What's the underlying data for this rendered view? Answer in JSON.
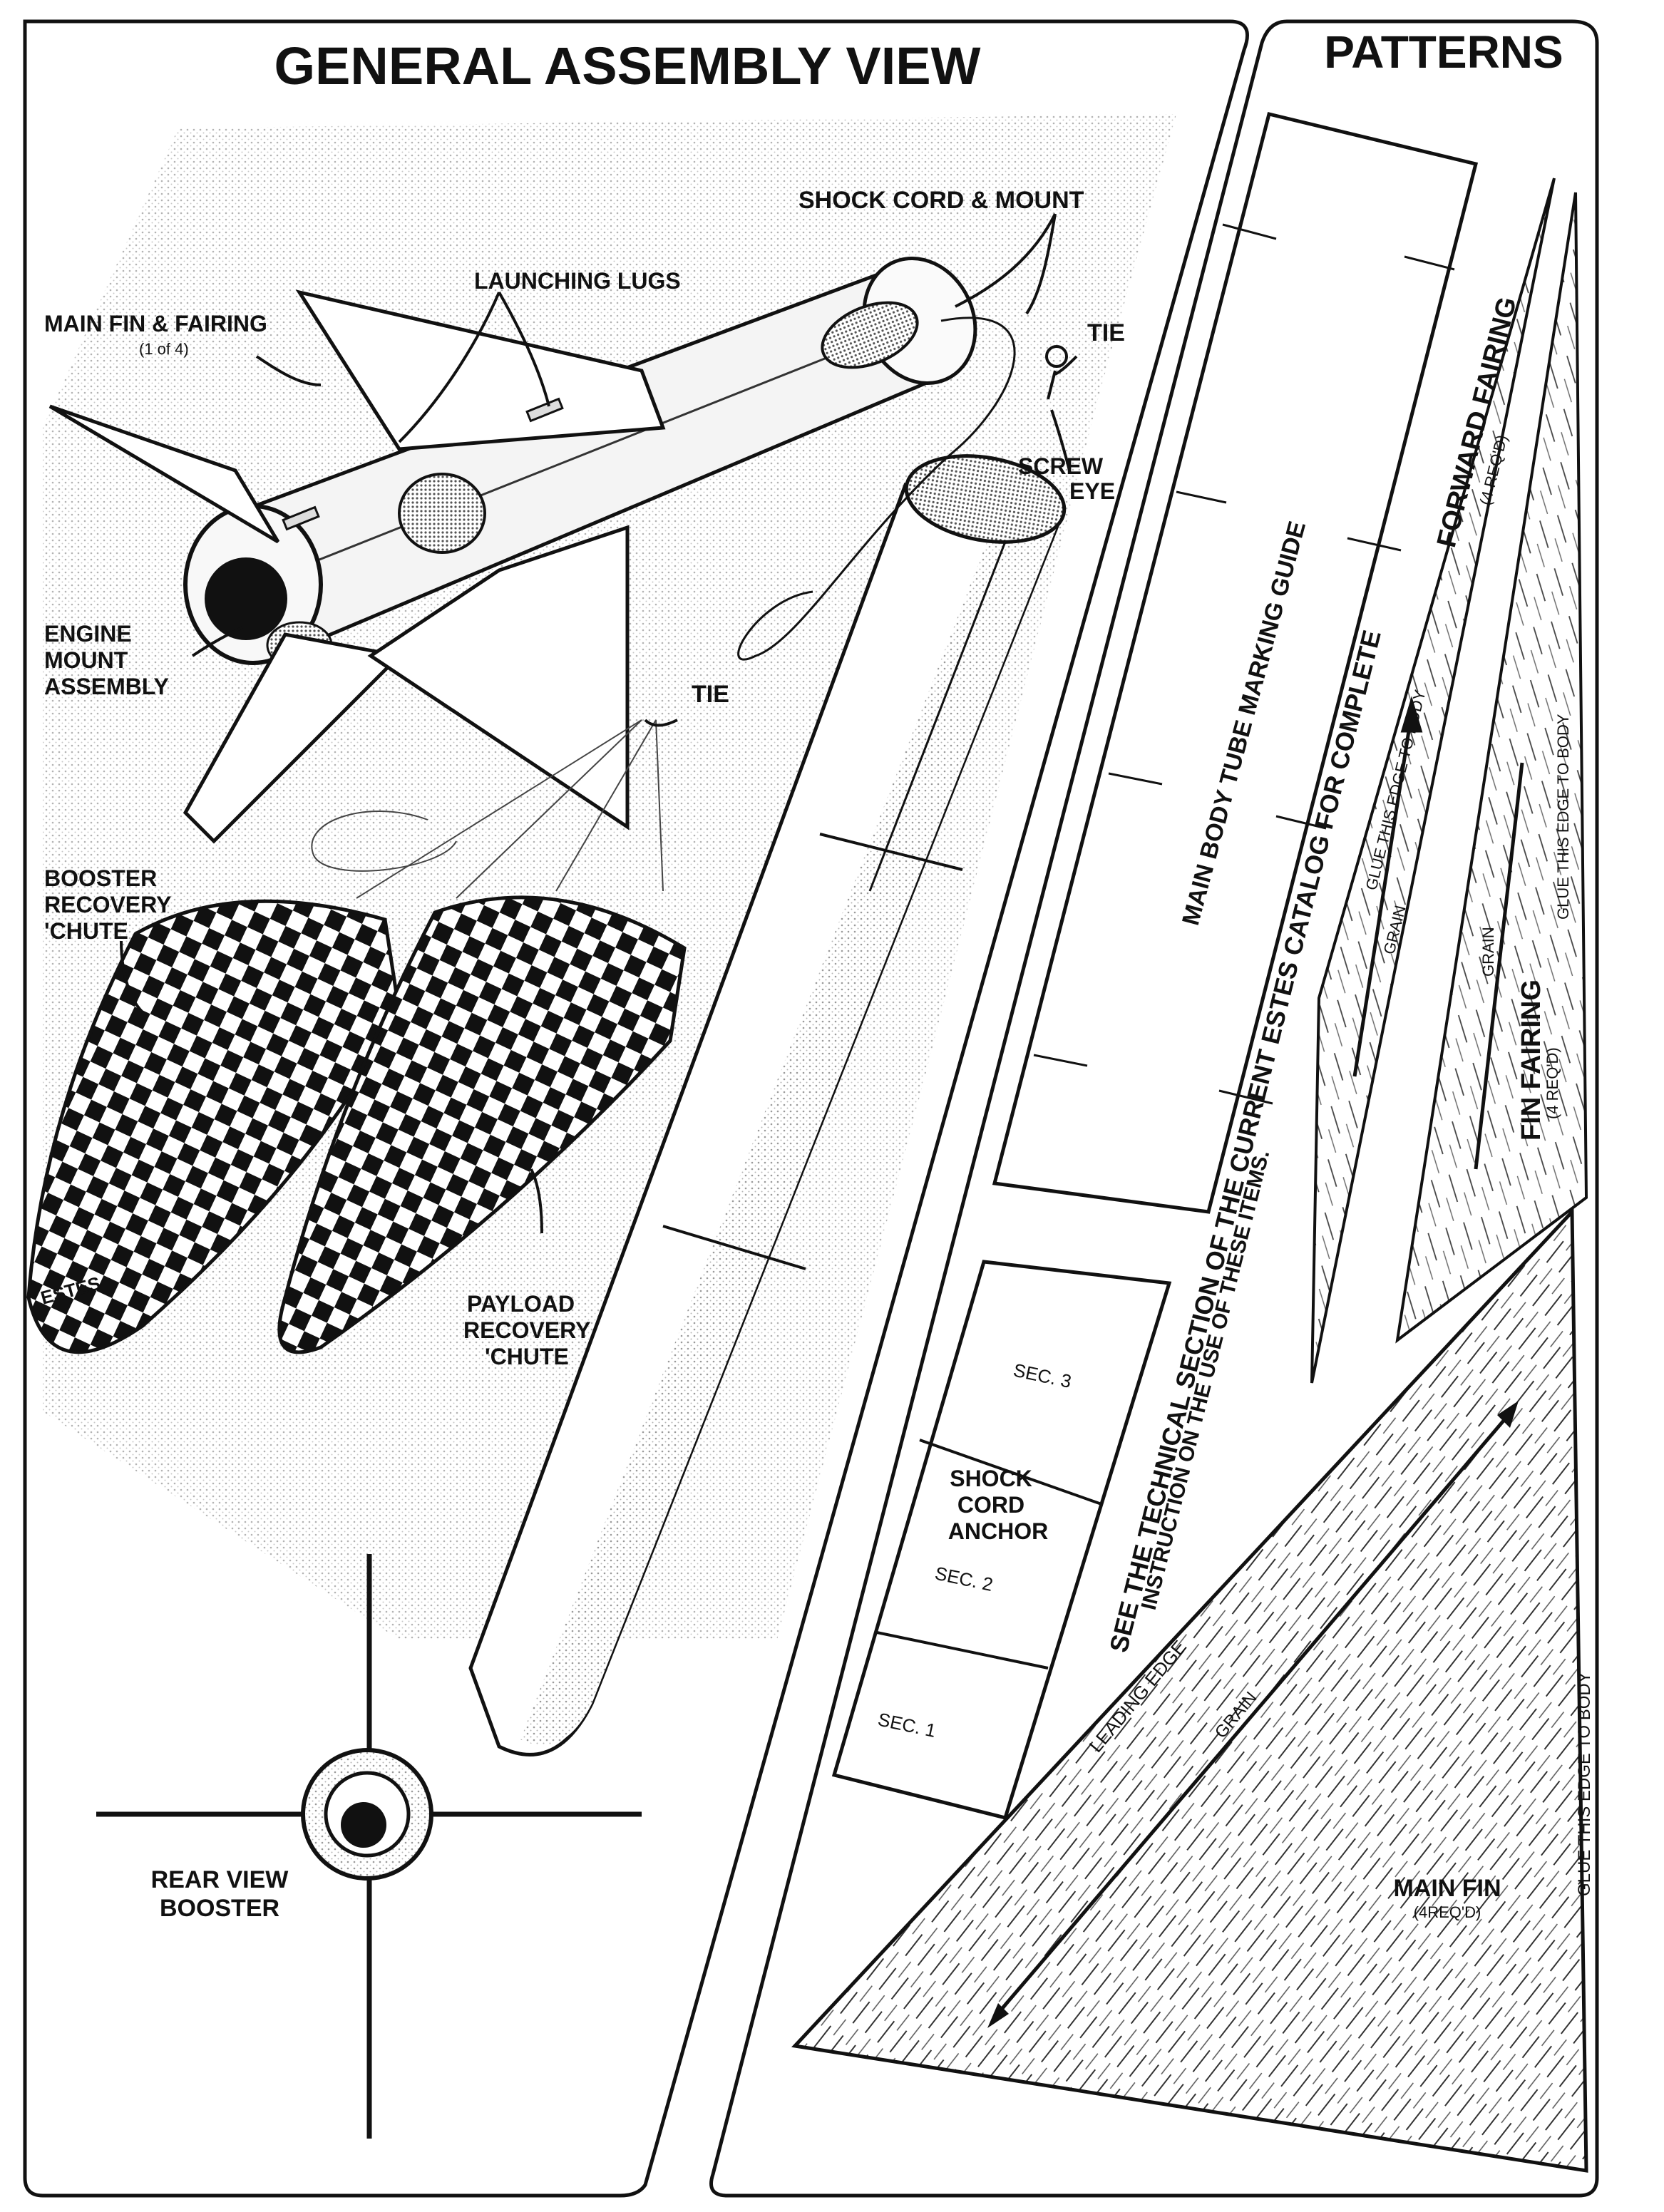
{
  "assembly": {
    "title": "GENERAL  ASSEMBLY  VIEW",
    "labels": {
      "shock_cord_mount": "SHOCK  CORD  &  MOUNT",
      "launching_lugs": "LAUNCHING LUGS",
      "main_fin_fairing": "MAIN FIN & FAIRING",
      "main_fin_fairing_count": "(1 of 4)",
      "tie_top": "TIE",
      "screw": "SCREW",
      "eye": "EYE",
      "engine": "ENGINE",
      "mount": "MOUNT",
      "assembly": "ASSEMBLY",
      "tie_mid": "TIE",
      "booster": "BOOSTER",
      "recovery": "RECOVERY",
      "chute": "'CHUTE",
      "payload": "PAYLOAD",
      "payload_recovery": "RECOVERY",
      "payload_chute": "'CHUTE",
      "rear_view": "REAR VIEW",
      "rear_booster": "BOOSTER",
      "parachute_brand": "ESTES"
    }
  },
  "patterns": {
    "title": "PATTERNS",
    "marking_guide": "MAIN BODY TUBE MARKING GUIDE",
    "see_note_line1": "SEE  THE TECHNICAL SECTION OF THE CURRENT ESTES CATALOG FOR COMPLETE",
    "see_note_line2": "INSTRUCTION ON THE USE OF THESE ITEMS.",
    "forward_fairing": "FORWARD  FAIRING",
    "forward_fairing_req": "(4 REQ'D)",
    "glue_edge_1": "GLUE THIS EDGE TO BODY",
    "grain_1": "GRAIN",
    "glue_edge_2": "GLUE THIS EDGE TO BODY",
    "grain_2": "GRAIN",
    "fin_fairing": "FIN  FAIRING",
    "fin_fairing_req": "(4 REQ'D)",
    "sec3": "SEC. 3",
    "shock_cord_anchor": [
      "SHOCK",
      "CORD",
      "ANCHOR"
    ],
    "sec2": "SEC. 2",
    "sec1": "SEC. 1",
    "leading_edge": "LEADING  EDGE",
    "grain_3": "GRAIN",
    "glue_edge_3": "GLUE  THIS  EDGE  TO  BODY",
    "main_fin": "MAIN FIN",
    "main_fin_req": "(4REQ'D)"
  }
}
